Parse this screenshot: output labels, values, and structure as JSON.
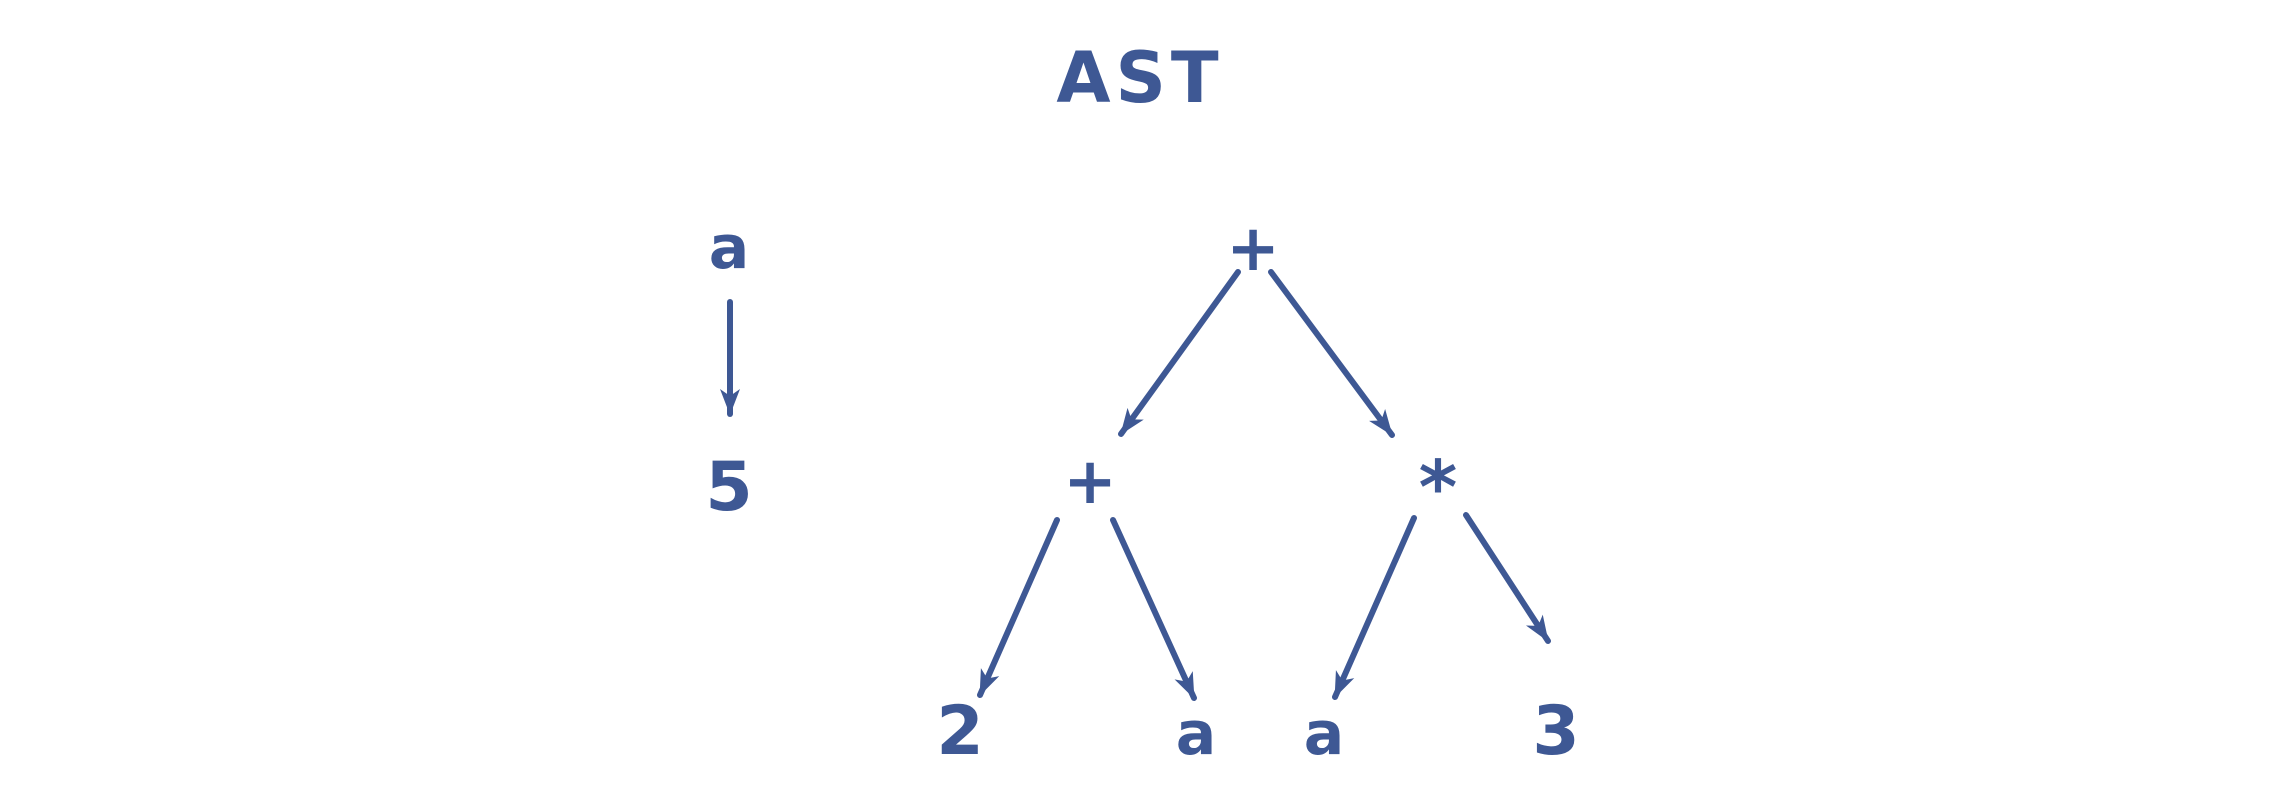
{
  "title": "AST",
  "colors": {
    "ink": "#3E5894",
    "background": "#FFFFFF"
  },
  "assignment": {
    "variable": "a",
    "value": "5"
  },
  "ast": {
    "root_operator": "+",
    "left_operator": "+",
    "right_operator": "*",
    "leaves": {
      "left_left": "2",
      "left_right": "a",
      "right_left": "a",
      "right_right": "3"
    }
  }
}
